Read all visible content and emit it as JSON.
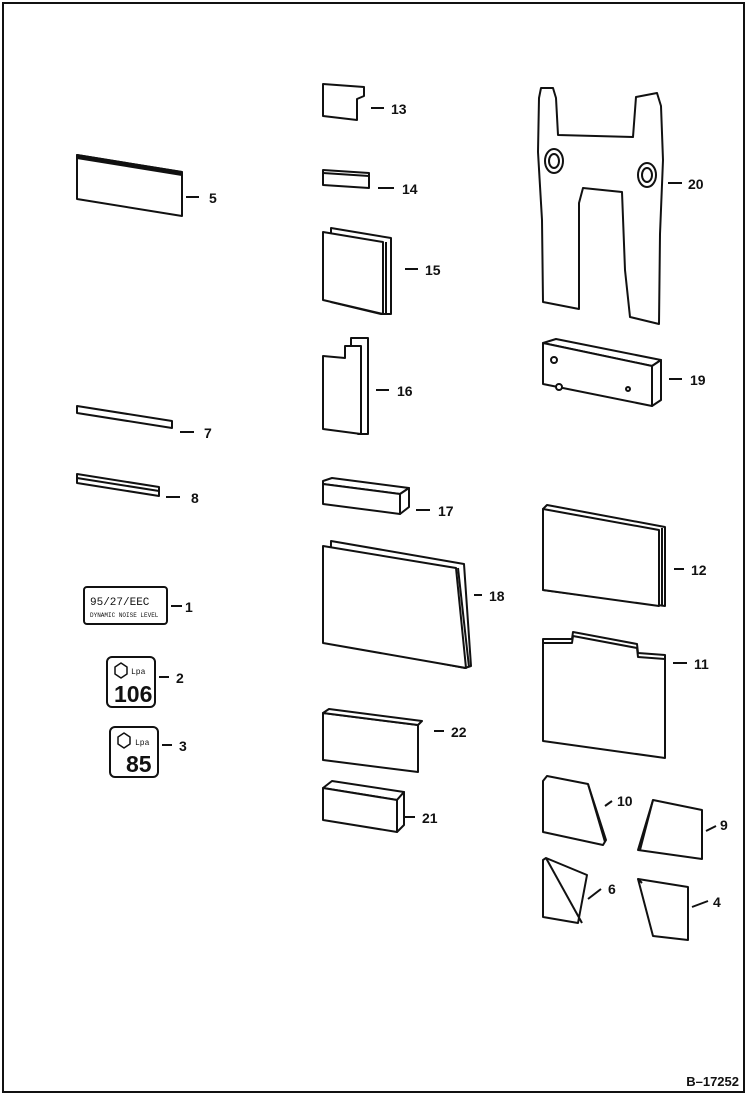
{
  "figure_id": "B–17252",
  "decals": {
    "item1": {
      "line1": "95/27/EEC",
      "line2": "DYNAMIC NOISE LEVEL"
    },
    "item2": {
      "small": "Lpa",
      "value": "106"
    },
    "item3": {
      "small": "Lpa",
      "value": "85"
    }
  },
  "callouts": {
    "c1": "1",
    "c2": "2",
    "c3": "3",
    "c4": "4",
    "c5": "5",
    "c6": "6",
    "c7": "7",
    "c8": "8",
    "c9": "9",
    "c10": "10",
    "c11": "11",
    "c12": "12",
    "c13": "13",
    "c14": "14",
    "c15": "15",
    "c16": "16",
    "c17": "17",
    "c18": "18",
    "c19": "19",
    "c20": "20",
    "c21": "21",
    "c22": "22"
  }
}
